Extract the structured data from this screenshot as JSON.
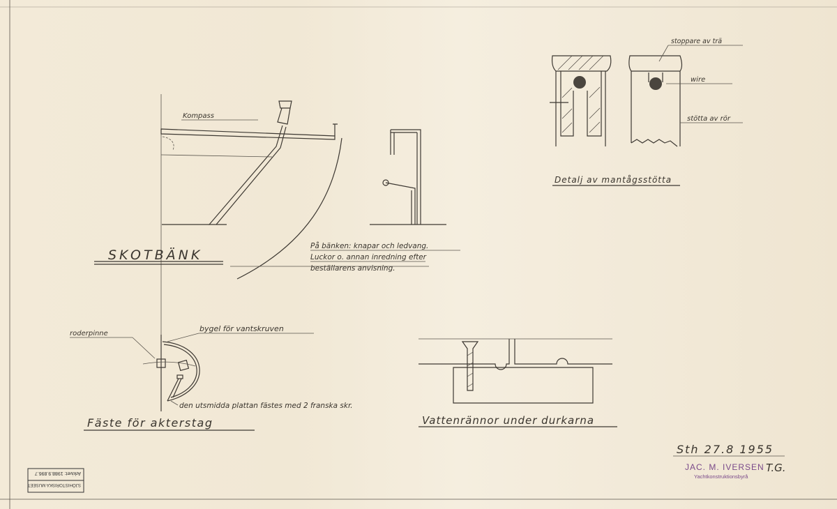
{
  "skotbank": {
    "title": "SKOTBÄNK",
    "kompass_label": "Kompass",
    "note": [
      "På bänken: knapar och ledvang.",
      "Luckor o. annan inredning efter",
      "beställarens anvisning."
    ]
  },
  "mantag": {
    "title": "Detalj av mantågsstötta",
    "stoppare_label": "stoppare av trä",
    "wire_label": "wire",
    "stotta_label": "stötta av rör"
  },
  "akterstag": {
    "title": "Fäste för akterstag",
    "roderpinne_label": "roderpinne",
    "bygel_label": "bygel för vantskruven",
    "platta_label": "den utsmidda plattan fästes med 2 franska skr."
  },
  "vatten": {
    "title": "Vattenrännor under durkarna"
  },
  "signature": {
    "place_date": "Sth 27.8 1955",
    "initials": "T.G.",
    "stamp_name": "JAC. M. IVERSEN",
    "stamp_sub": "Yachtkonstruktionsbyrå"
  },
  "museum_stamp": {
    "name": "SJÖHISTORISKA MUSEET",
    "archive": "Arkivet: 1988.9.896.7"
  },
  "colors": {
    "paper": "#f1e8d5",
    "ink": "#3a352e",
    "stamp": "#7a4a8a"
  }
}
